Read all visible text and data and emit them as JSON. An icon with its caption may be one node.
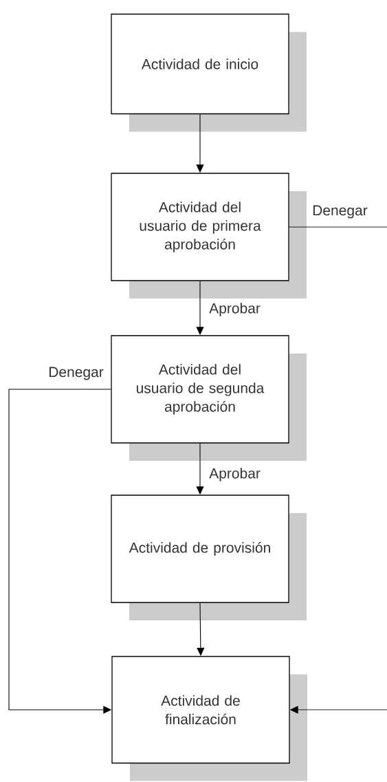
{
  "diagram": {
    "nodes": [
      {
        "text": [
          "Actividad de inicio"
        ]
      },
      {
        "text": [
          "Actividad del usuario de primera aprobación"
        ]
      },
      {
        "text": [
          "Actividad del usuario de segunda aprobación"
        ]
      },
      {
        "text": [
          "Actividad de provisión"
        ]
      },
      {
        "text": [
          "Actividad de finalización"
        ]
      }
    ],
    "edges": [
      {
        "from": 0,
        "to": 1,
        "arrow": "to"
      },
      {
        "from": 1,
        "to": 2,
        "arrow": "to",
        "label": "Aprobar"
      },
      {
        "from": 2,
        "to": 3,
        "arrow": "to",
        "label": "Aprobar"
      },
      {
        "from": 3,
        "to": 4,
        "arrow": "to"
      },
      {
        "from": 2,
        "to": 4,
        "arrow": "to",
        "label": "Denegar"
      },
      {
        "from": 1,
        "to": 4,
        "arrow": "to",
        "label": "Denegar"
      }
    ]
  }
}
